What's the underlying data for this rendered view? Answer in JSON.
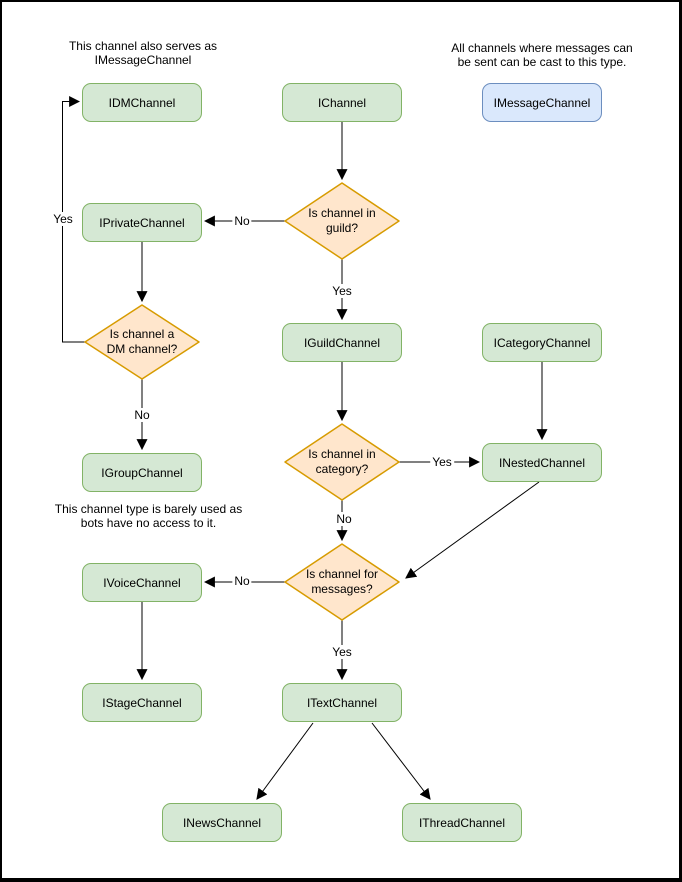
{
  "labels": {
    "yes": "Yes",
    "no": "No"
  },
  "annotations": {
    "dm_note": {
      "line1": "This channel also serves as",
      "line2": "IMessageChannel"
    },
    "message_note": {
      "line1": "All channels where messages can",
      "line2": "be sent can be cast to this type."
    },
    "group_note": {
      "line1": "This channel type is barely used as",
      "line2": "bots have no access to it."
    }
  },
  "nodes": {
    "idm": {
      "label": "IDMChannel"
    },
    "ichannel": {
      "label": "IChannel"
    },
    "imessage": {
      "label": "IMessageChannel"
    },
    "iprivate": {
      "label": "IPrivateChannel"
    },
    "iguild": {
      "label": "IGuildChannel"
    },
    "icategory": {
      "label": "ICategoryChannel"
    },
    "igroup": {
      "label": "IGroupChannel"
    },
    "inested": {
      "label": "INestedChannel"
    },
    "ivoice": {
      "label": "IVoiceChannel"
    },
    "istage": {
      "label": "IStageChannel"
    },
    "itext": {
      "label": "ITextChannel"
    },
    "inews": {
      "label": "INewsChannel"
    },
    "ithread": {
      "label": "IThreadChannel"
    }
  },
  "decisions": {
    "in_guild": {
      "line1": "Is channel in",
      "line2": "guild?"
    },
    "is_dm": {
      "line1": "Is channel a",
      "line2": "DM channel?"
    },
    "in_category": {
      "line1": "Is channel in",
      "line2": "category?"
    },
    "for_messages": {
      "line1": "Is channel for",
      "line2": "messages?"
    }
  },
  "colors": {
    "node_fill": "#d5e8d4",
    "node_border": "#82b366",
    "decision_fill": "#ffe6cc",
    "decision_border": "#d79b00",
    "cast_fill": "#dae8fc",
    "cast_border": "#6c8ebf",
    "edge": "#000000",
    "background": "#ffffff"
  }
}
